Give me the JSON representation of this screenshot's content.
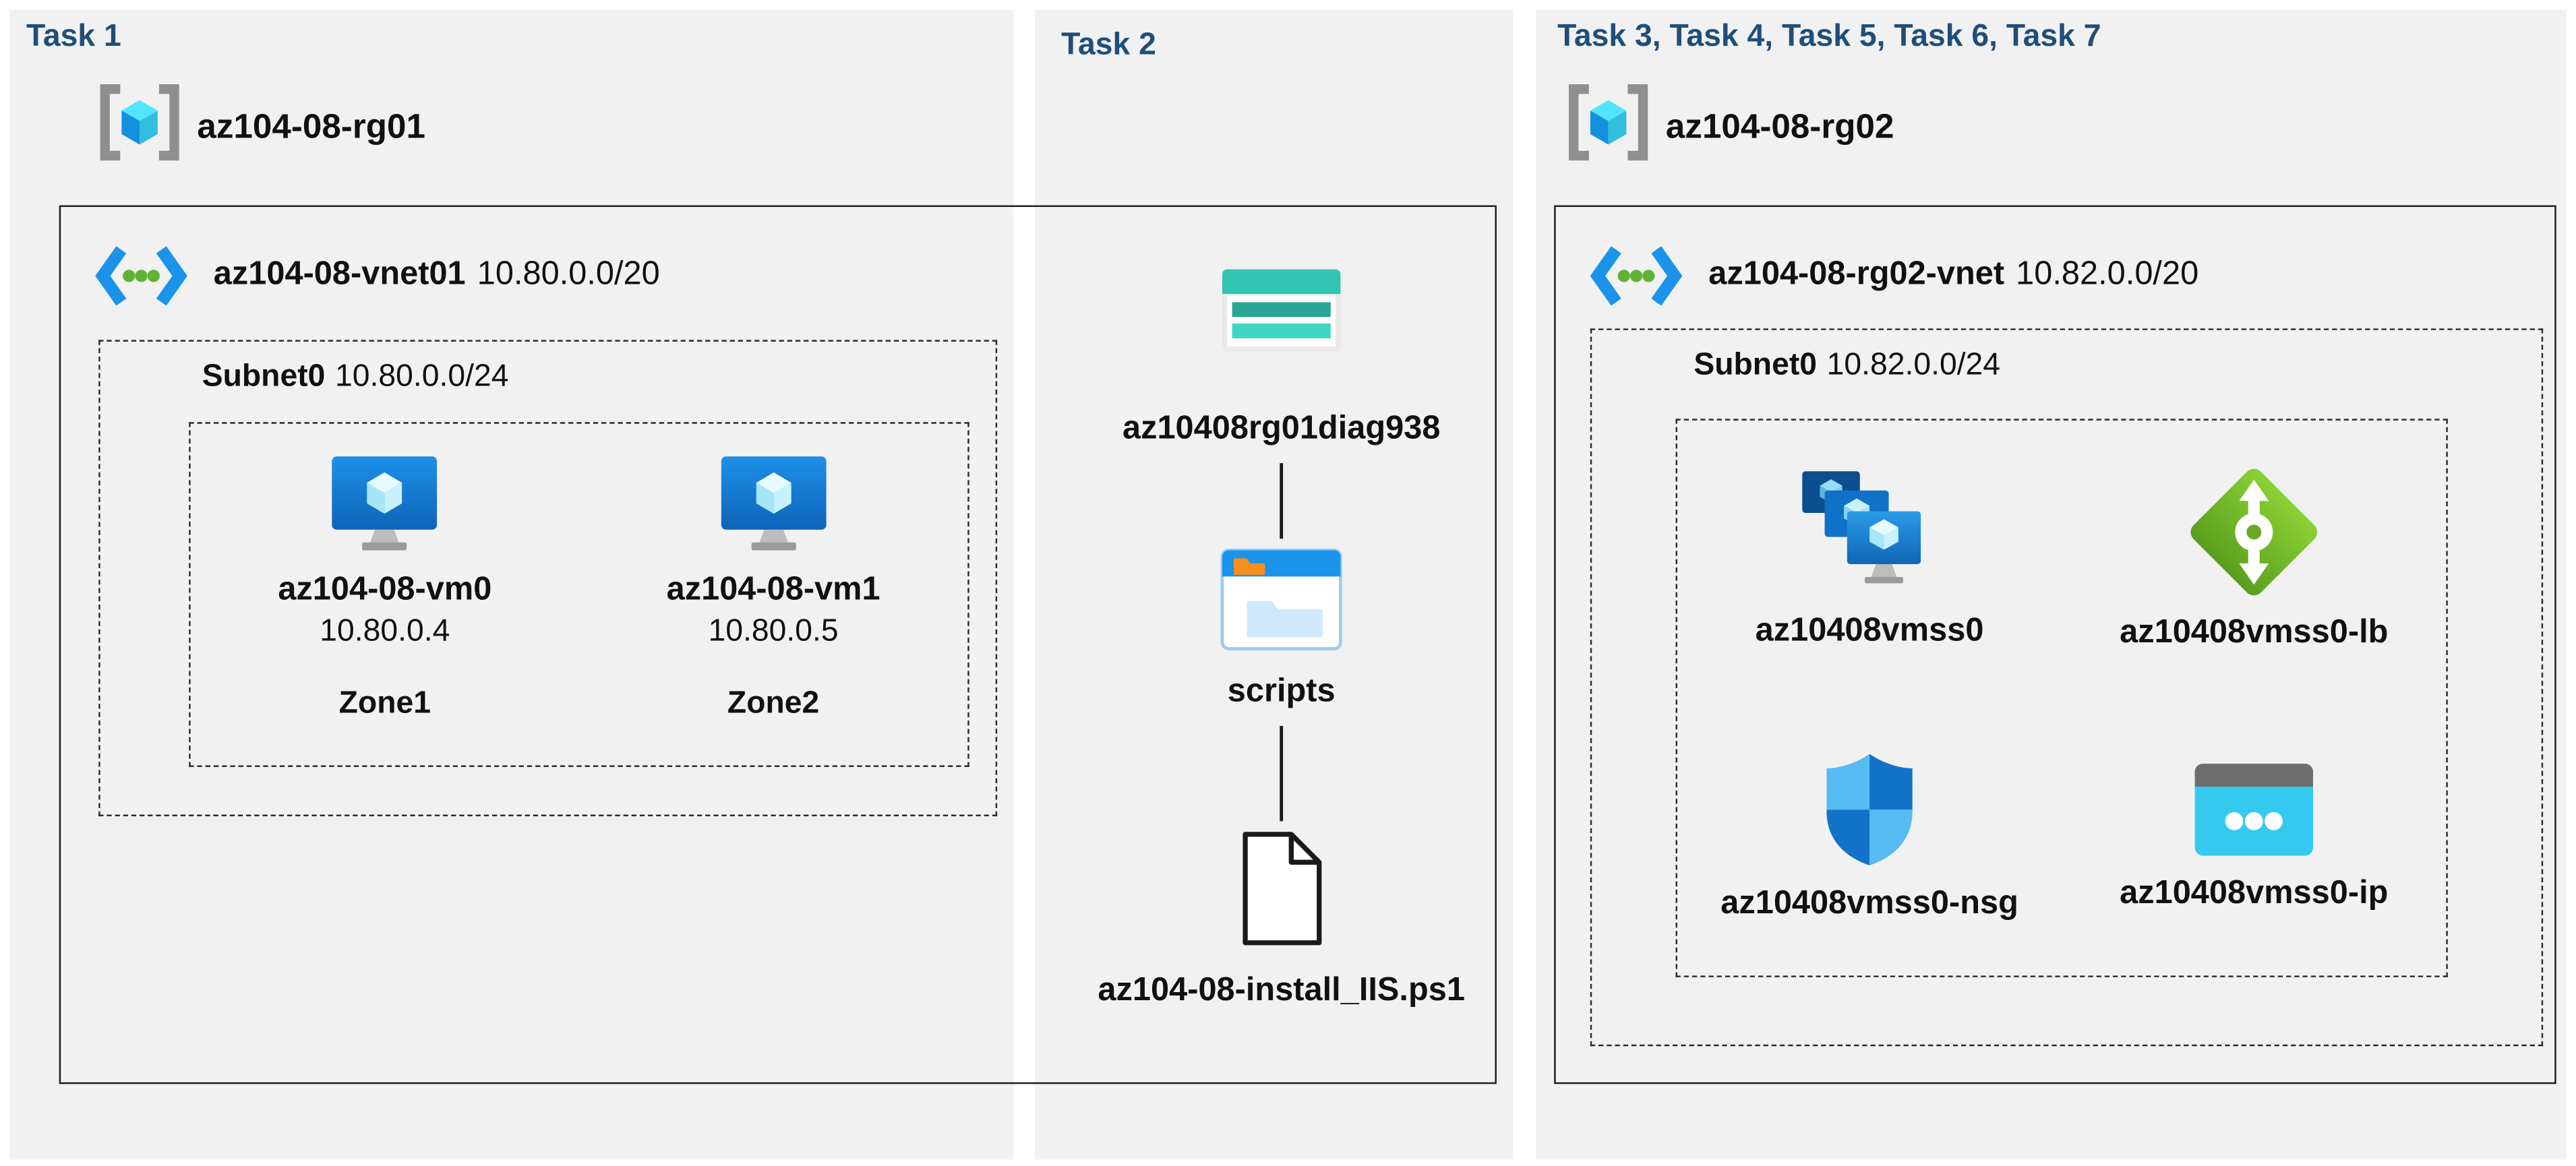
{
  "task1": {
    "title": "Task 1",
    "resource_group": "az104-08-rg01",
    "vnet_name": "az104-08-vnet01",
    "vnet_cidr": "10.80.0.0/20",
    "subnet_name": "Subnet0",
    "subnet_cidr": "10.80.0.0/24",
    "vms": [
      {
        "name": "az104-08-vm0",
        "ip": "10.80.0.4",
        "zone": "Zone1"
      },
      {
        "name": "az104-08-vm1",
        "ip": "10.80.0.5",
        "zone": "Zone2"
      }
    ]
  },
  "task2": {
    "title": "Task 2",
    "storage_account": "az10408rg01diag938",
    "container": "scripts",
    "script_file": "az104-08-install_IIS.ps1"
  },
  "task3": {
    "title": "Task 3, Task 4, Task 5, Task 6, Task 7",
    "resource_group": "az104-08-rg02",
    "vnet_name": "az104-08-rg02-vnet",
    "vnet_cidr": "10.82.0.0/20",
    "subnet_name": "Subnet0",
    "subnet_cidr": "10.82.0.0/24",
    "vmss": "az10408vmss0",
    "load_balancer": "az10408vmss0-lb",
    "nsg": "az10408vmss0-nsg",
    "public_ip": "az10408vmss0-ip"
  },
  "colors": {
    "title_navy": "#1f4e79",
    "panel_bg": "#f1f1f2",
    "azure_blue": "#1b93eb",
    "storage_teal": "#33c5b3",
    "lb_green": "#76bc2d",
    "public_ip_cyan": "#35c9ef"
  },
  "icons": {
    "resource-group-icon": "gray-brackets-with-blue-cube",
    "virtual-network-icon": "blue-chevrons-three-green-dots",
    "virtual-machine-icon": "blue-monitor-with-cube-on-stand",
    "storage-account-icon": "teal-striped-box",
    "blob-container-icon": "blue-window-orange-folder",
    "script-file-icon": "document-outline-folded-corner",
    "vmss-icon": "three-stacked-blue-monitors",
    "load-balancer-icon": "green-diamond-vertical-arrows",
    "nsg-icon": "blue-checkered-shield",
    "public-ip-icon": "cyan-browser-three-dots"
  }
}
